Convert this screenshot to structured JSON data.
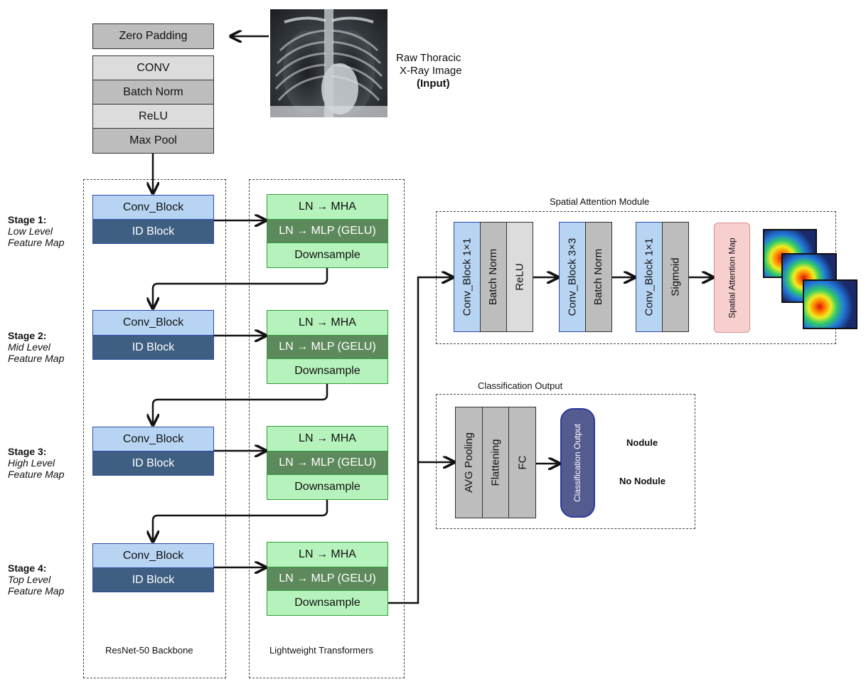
{
  "input": {
    "pre_layers": [
      "Zero Padding",
      "CONV",
      "Batch Norm",
      "ReLU",
      "Max Pool"
    ],
    "caption_line1": "Raw Thoracic",
    "caption_line2": "X-Ray Image",
    "caption_bold": "(Input)"
  },
  "backbone": {
    "label": "ResNet-50 Backbone",
    "conv_label": "Conv_Block",
    "id_label": "ID Block"
  },
  "transformers": {
    "label": "Lightweight Transformers",
    "mha_label": "LN → MHA",
    "mlp_label": "LN → MLP (GELU)",
    "down_label": "Downsample"
  },
  "stages": [
    {
      "title": "Stage 1:",
      "line1": "Low Level",
      "line2": "Feature Map"
    },
    {
      "title": "Stage 2:",
      "line1": "Mid Level",
      "line2": "Feature Map"
    },
    {
      "title": "Stage 3:",
      "line1": "High Level",
      "line2": "Feature Map"
    },
    {
      "title": "Stage 4:",
      "line1": "Top Level",
      "line2": "Feature Map"
    }
  ],
  "attention": {
    "title": "Spatial Attention Module",
    "blocks": [
      "Conv_Block 1×1",
      "Batch Norm",
      "ReLU",
      "Conv_Block 3×3",
      "Batch Norm",
      "Conv_Block 1×1",
      "Sigmoid"
    ],
    "map_label": "Spatial Attention Map"
  },
  "classification": {
    "title": "Classification Output",
    "blocks": [
      "AVG Pooling",
      "Flattening",
      "FC"
    ],
    "output_label": "Classification Output",
    "classes": [
      "Nodule",
      "No Nodule"
    ]
  },
  "colors": {
    "conv_block": "#b7d5f3",
    "id_block": "#3f5f82",
    "ln_light": "#b6f2bc",
    "ln_dark": "#5d8a5c",
    "gray_dark": "#bdbdbd",
    "gray_light": "#dcdcdc",
    "attention_map": "#f7cfcf",
    "output_pill": "#545b8f"
  }
}
